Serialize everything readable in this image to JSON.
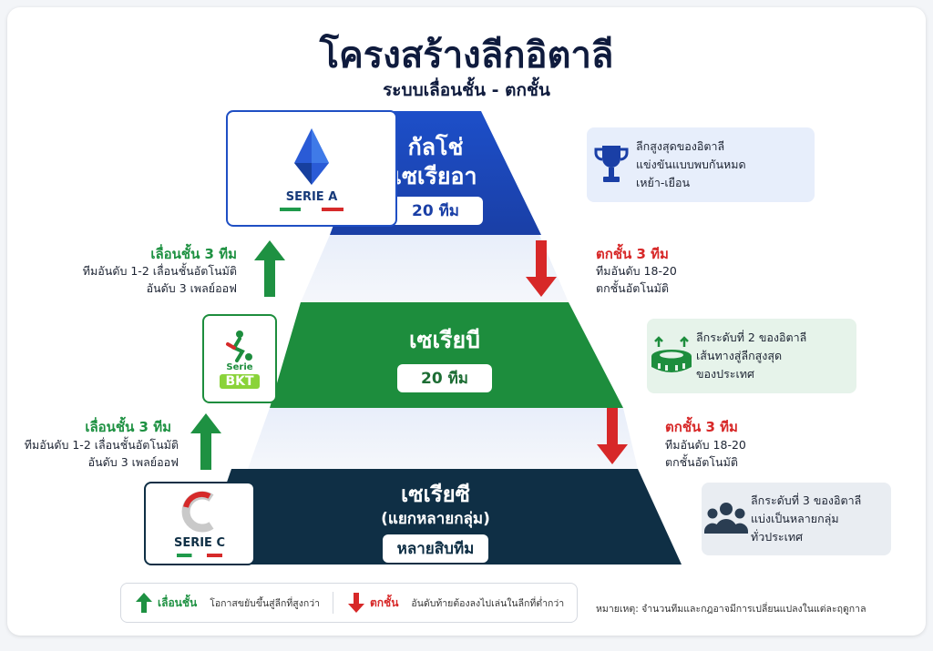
{
  "header": {
    "title": "โครงสร้างลีกอิตาลี",
    "subtitle": "ระบบเลื่อนชั้น - ตกชั้น"
  },
  "colors": {
    "serie_a": "#1f4fc4",
    "serie_b": "#1d8d3d",
    "serie_c": "#0f2f45",
    "promote": "#1e9142",
    "relegate": "#d72828"
  },
  "tiers": [
    {
      "name_line1": "กัลโช่",
      "name_line2": "เซเรียอา",
      "teams": "20 ทีม",
      "logo_text": "SERIE A"
    },
    {
      "name_line1": "เซเรียบี",
      "teams": "20 ทีม",
      "logo_text_top": "Serie",
      "logo_text_bottom": "BKT"
    },
    {
      "name_line1": "เซเรียซี",
      "name_line2": "(แยกหลายกลุ่ม)",
      "teams": "หลายสิบทีม",
      "logo_text": "SERIE C"
    }
  ],
  "transitions": [
    {
      "promote_title": "เลื่อนชั้น 3 ทีม",
      "promote_desc_1": "ทีมอันดับ 1-2 เลื่อนชั้นอัตโนมัติ",
      "promote_desc_2": "อันดับ 3 เพลย์ออฟ",
      "relegate_title": "ตกชั้น 3 ทีม",
      "relegate_desc_1": "ทีมอันดับ 18-20",
      "relegate_desc_2": "ตกชั้นอัตโนมัติ"
    },
    {
      "promote_title": "เลื่อนชั้น 3 ทีม",
      "promote_desc_1": "ทีมอันดับ 1-2 เลื่อนชั้นอัตโนมัติ",
      "promote_desc_2": "อันดับ 3 เพลย์ออฟ",
      "relegate_title": "ตกชั้น 3 ทีม",
      "relegate_desc_1": "ทีมอันดับ 18-20",
      "relegate_desc_2": "ตกชั้นอัตโนมัติ"
    }
  ],
  "info_cards": [
    {
      "icon": "trophy-icon",
      "line1": "ลีกสูงสุดของอิตาลี",
      "line2": "แข่งขันแบบพบกันหมด",
      "line3": "เหย้า-เยือน"
    },
    {
      "icon": "stadium-icon",
      "line1": "ลีกระดับที่ 2 ของอิตาลี",
      "line2": "เส้นทางสู่ลีกสูงสุด",
      "line3": "ของประเทศ"
    },
    {
      "icon": "people-icon",
      "line1": "ลีกระดับที่ 3 ของอิตาลี",
      "line2": "แบ่งเป็นหลายกลุ่ม",
      "line3": "ทั่วประเทศ"
    }
  ],
  "legend": {
    "promote_label": "เลื่อนชั้น",
    "promote_desc": "โอกาสขยับขึ้นสู่ลีกที่สูงกว่า",
    "relegate_label": "ตกชั้น",
    "relegate_desc": "อันดับท้ายต้องลงไปเล่นในลีกที่ต่ำกว่า"
  },
  "note": "หมายเหตุ: จำนวนทีมและกฎอาจมีการเปลี่ยนแปลงในแต่ละฤดูกาล"
}
